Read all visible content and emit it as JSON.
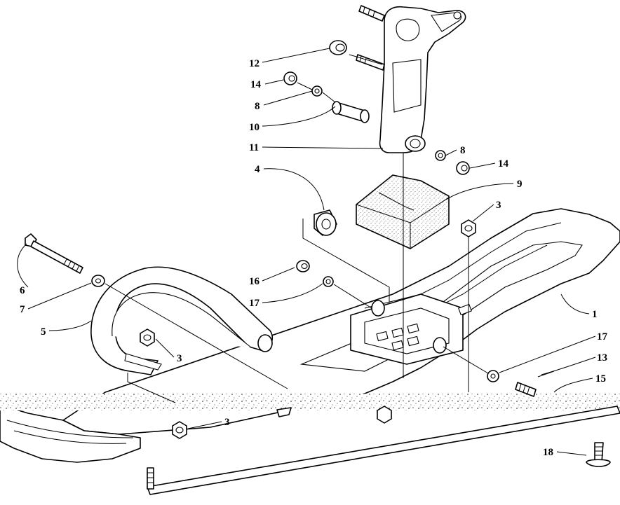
{
  "diagram": {
    "callouts": [
      {
        "id": "c12",
        "number": "12"
      },
      {
        "id": "c14a",
        "number": "14"
      },
      {
        "id": "c8a",
        "number": "8"
      },
      {
        "id": "c10",
        "number": "10"
      },
      {
        "id": "c11",
        "number": "11"
      },
      {
        "id": "c8b",
        "number": "8"
      },
      {
        "id": "c14b",
        "number": "14"
      },
      {
        "id": "c4",
        "number": "4"
      },
      {
        "id": "c9",
        "number": "9"
      },
      {
        "id": "c3a",
        "number": "3"
      },
      {
        "id": "c16",
        "number": "16"
      },
      {
        "id": "c17a",
        "number": "17"
      },
      {
        "id": "c6",
        "number": "6"
      },
      {
        "id": "c7",
        "number": "7"
      },
      {
        "id": "c1",
        "number": "1"
      },
      {
        "id": "c5",
        "number": "5"
      },
      {
        "id": "c3b",
        "number": "3"
      },
      {
        "id": "c17b",
        "number": "17"
      },
      {
        "id": "c13",
        "number": "13"
      },
      {
        "id": "c15",
        "number": "15"
      },
      {
        "id": "c3c",
        "number": "3"
      },
      {
        "id": "c18",
        "number": "18"
      }
    ]
  }
}
